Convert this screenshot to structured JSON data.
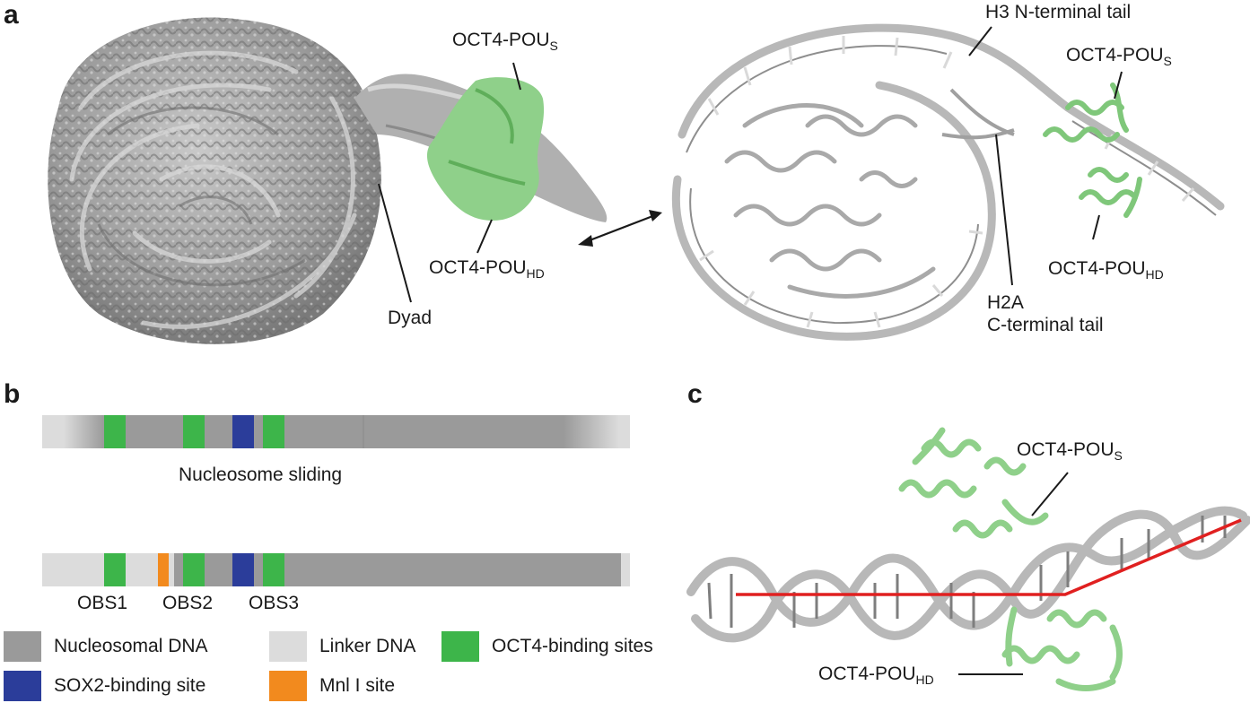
{
  "panels": {
    "a": "a",
    "b": "b",
    "c": "c"
  },
  "panel_a": {
    "map_labels": {
      "pous_main": "OCT4-POU",
      "pous_sub": "S",
      "pouhd_main": "OCT4-POU",
      "pouhd_sub": "HD",
      "dyad": "Dyad"
    },
    "model_labels": {
      "h3_tail": "H3 N-terminal tail",
      "pous_main": "OCT4-POU",
      "pous_sub": "S",
      "h2a_line1": "H2A",
      "h2a_line2": "C-terminal tail",
      "pouhd_main": "OCT4-POU",
      "pouhd_sub": "HD"
    }
  },
  "panel_b": {
    "sliding_label": "Nucleosome sliding",
    "site_labels": [
      "OBS1",
      "OBS2",
      "OBS3"
    ],
    "legend": [
      {
        "label": "Nucleosomal DNA",
        "color": "#9a9a9a"
      },
      {
        "label": "Linker DNA",
        "color": "#dcdcdc"
      },
      {
        "label": "OCT4-binding sites",
        "color": "#3db54a"
      },
      {
        "label": "SOX2-binding site",
        "color": "#2b3d9a"
      },
      {
        "label": "Mnl I site",
        "color": "#f28a1e"
      }
    ]
  },
  "panel_c": {
    "pous_main": "OCT4-POU",
    "pous_sub": "S",
    "pouhd_main": "OCT4-POU",
    "pouhd_sub": "HD"
  },
  "colors": {
    "dna_gray": "#b8b8b8",
    "protein_green": "#8fd08a",
    "axis_red": "#e02020",
    "nucleosomal": "#9a9a9a",
    "linker": "#dcdcdc",
    "oct4": "#3db54a",
    "sox2": "#2b3d9a",
    "mnl": "#f28a1e"
  }
}
